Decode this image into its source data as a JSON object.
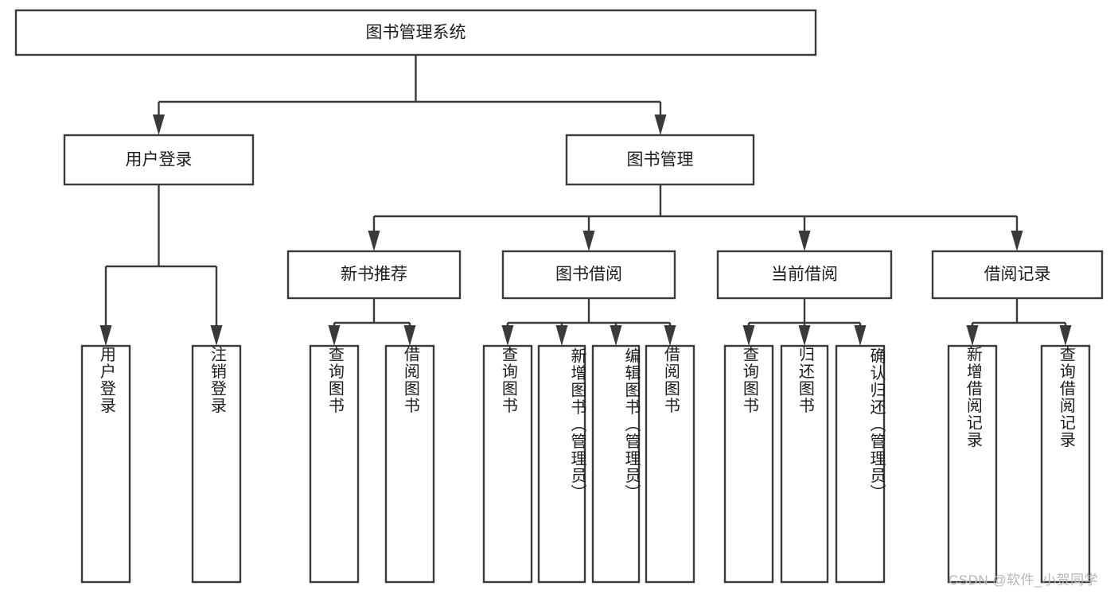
{
  "diagram": {
    "type": "tree-hierarchy",
    "title": "图书管理系统",
    "orientation": "top-down",
    "colors": {
      "background": "#ffffff",
      "box_fill": "#ffffff",
      "box_stroke": "#3a3a3a",
      "connector": "#3a3a3a",
      "text": "#1c1c1c",
      "watermark": "#b6b6b6"
    },
    "root": {
      "label": "图书管理系统"
    },
    "level2": [
      {
        "label": "用户登录"
      },
      {
        "label": "图书管理"
      }
    ],
    "level3": [
      {
        "label": "新书推荐"
      },
      {
        "label": "图书借阅"
      },
      {
        "label": "当前借阅"
      },
      {
        "label": "借阅记录"
      }
    ],
    "leaves": {
      "user_login": [
        {
          "label": "用户登录"
        },
        {
          "label": "注销登录"
        }
      ],
      "new_book": [
        {
          "label": "查询图书"
        },
        {
          "label": "借阅图书"
        }
      ],
      "book_borrow": [
        {
          "label": "查询图书"
        },
        {
          "label": "新增图书（管理员）"
        },
        {
          "label": "编辑图书（管理员）"
        },
        {
          "label": "借阅图书"
        }
      ],
      "current_borrow": [
        {
          "label": "查询图书"
        },
        {
          "label": "归还图书"
        },
        {
          "label": "确认归还（管理员）"
        }
      ],
      "borrow_record": [
        {
          "label": "新增借阅记录"
        },
        {
          "label": "查询借阅记录"
        }
      ]
    }
  },
  "watermark": {
    "text": "CSDN @软件_小贺同学"
  }
}
